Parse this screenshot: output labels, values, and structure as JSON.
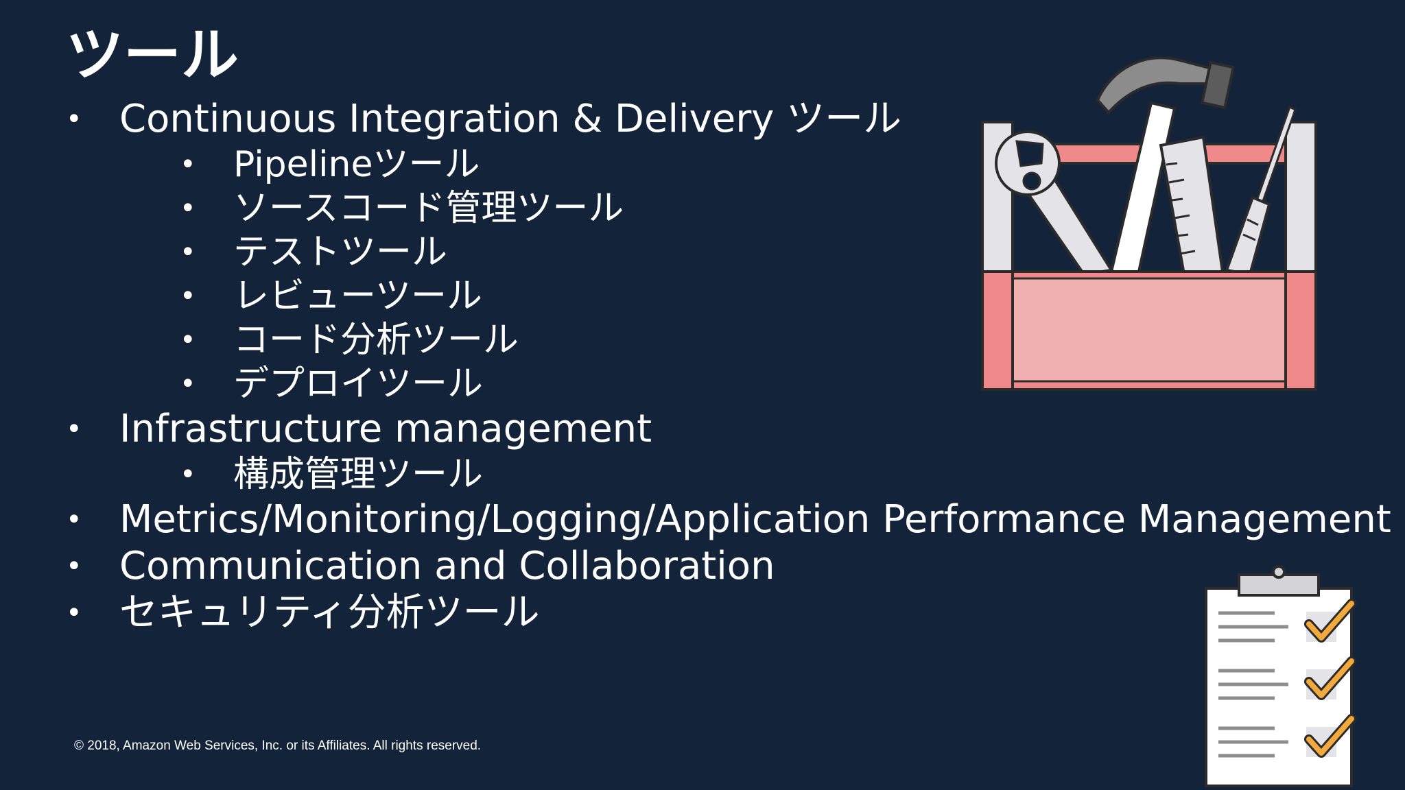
{
  "slide": {
    "title": "ツール",
    "items": [
      {
        "label": "Continuous Integration & Delivery ツール"
      },
      {
        "label": "Pipelineツール"
      },
      {
        "label": "ソースコード管理ツール"
      },
      {
        "label": "テストツール"
      },
      {
        "label": "レビューツール"
      },
      {
        "label": "コード分析ツール"
      },
      {
        "label": "デプロイツール"
      },
      {
        "label": "Infrastructure management"
      },
      {
        "label": "構成管理ツール"
      },
      {
        "label": "Metrics/Monitoring/Logging/Application Performance Management"
      },
      {
        "label": "Communication and Collaboration"
      },
      {
        "label": "セキュリティ分析ツール"
      }
    ],
    "bullet_symbol": "•",
    "copyright": "© 2018, Amazon Web Services, Inc. or its Affiliates. All rights reserved."
  },
  "illustrations": {
    "toolbox": "toolbox-icon",
    "clipboard": "checklist-clipboard-icon"
  },
  "colors": {
    "background": "#13233a",
    "text": "#ffffff",
    "toolbox_red": "#f08a8a",
    "toolbox_pink": "#f0b0b0",
    "check_orange": "#f3a93b"
  }
}
